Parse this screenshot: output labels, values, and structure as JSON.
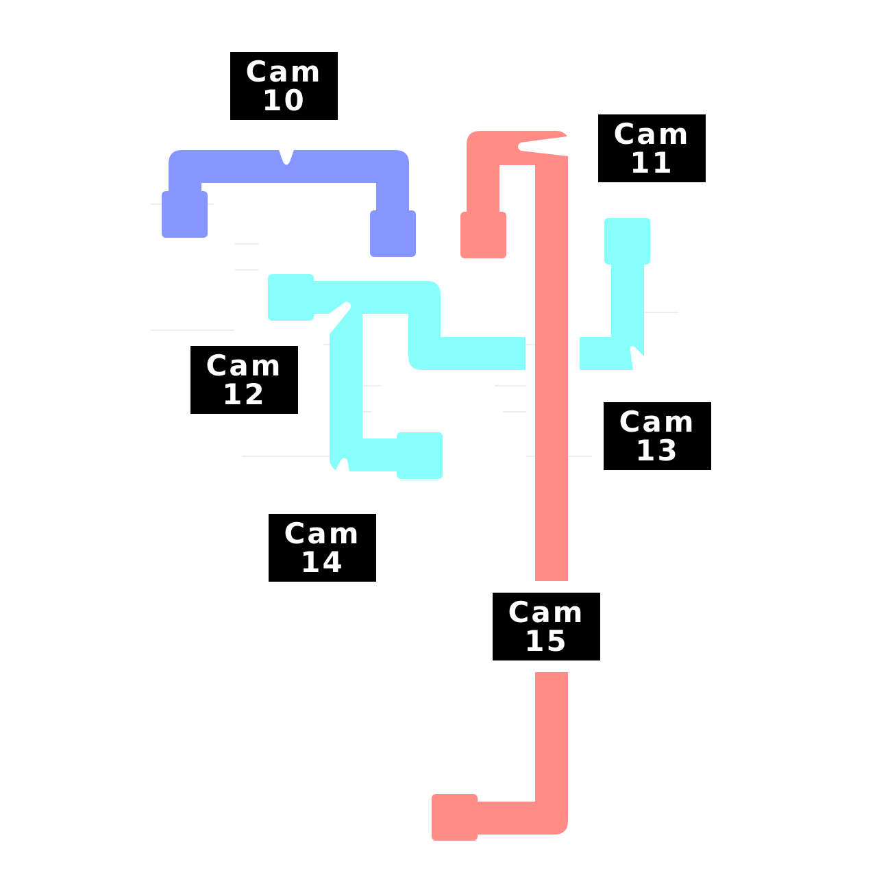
{
  "colors": {
    "hall_blue": "#8597FF",
    "hall_cyan": "#87FFFA",
    "hall_red": "#FF8C86",
    "label_bg": "#000000",
    "label_text": "#FFFFFF"
  },
  "cameras": [
    {
      "word": "Cam",
      "number": "10"
    },
    {
      "word": "Cam",
      "number": "11"
    },
    {
      "word": "Cam",
      "number": "12"
    },
    {
      "word": "Cam",
      "number": "13"
    },
    {
      "word": "Cam",
      "number": "14"
    },
    {
      "word": "Cam",
      "number": "15"
    }
  ]
}
